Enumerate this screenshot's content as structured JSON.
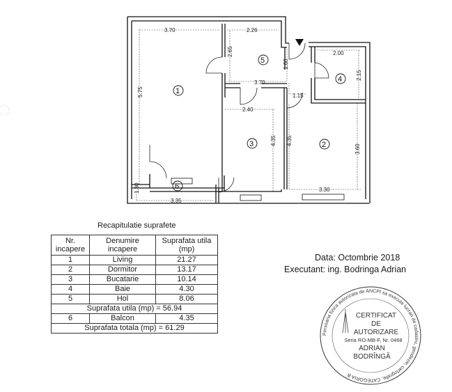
{
  "floor_plan": {
    "rooms": [
      {
        "id": "1",
        "label": "1",
        "dims": [
          "3.70",
          "5.75"
        ]
      },
      {
        "id": "2",
        "label": "2",
        "dims": [
          "3.30",
          "3.60",
          "4.35"
        ]
      },
      {
        "id": "3",
        "label": "3",
        "dims": [
          "2.40",
          "4.35"
        ]
      },
      {
        "id": "4",
        "label": "4",
        "dims": [
          "2.00",
          "2.15"
        ]
      },
      {
        "id": "5",
        "label": "5",
        "dims": [
          "2.26",
          "2.65",
          "3.70",
          "1.60",
          "1.15"
        ]
      },
      {
        "id": "6",
        "label": "6",
        "dims": [
          "3.35",
          "1.30"
        ]
      }
    ],
    "dimensions": {
      "d_370_top": "3.70",
      "d_226": "2.26",
      "d_265": "2.65",
      "d_160": "1.60",
      "d_200": "2.00",
      "d_215": "2.15",
      "d_575": "5.75",
      "d_370_mid": "3.70",
      "d_115": "1.15",
      "d_240": "2.40",
      "d_435_a": "4.35",
      "d_435_b": "4.35",
      "d_360": "3.60",
      "d_330": "3.30",
      "d_130": "1.30",
      "d_335": "3.35"
    }
  },
  "recap": {
    "title": "Recapitulatie suprafete",
    "headers": [
      "Nr. incapere",
      "Denumire incapere",
      "Suprafata utila (mp)"
    ],
    "rows": [
      {
        "nr": "1",
        "name": "Living",
        "area": "21.27"
      },
      {
        "nr": "2",
        "name": "Dormitor",
        "area": "13.17"
      },
      {
        "nr": "3",
        "name": "Bucatarie",
        "area": "10.14"
      },
      {
        "nr": "4",
        "name": "Baie",
        "area": "4.30"
      },
      {
        "nr": "5",
        "name": "Hol",
        "area": "8.06"
      }
    ],
    "subtotal": "Suprafata utila (mp) = 56.94",
    "balcony": {
      "nr": "6",
      "name": "Balcon",
      "area": "4.35"
    },
    "total": "Suprafata totala (mp) = 61.29"
  },
  "meta": {
    "date": "Data: Octombrie 2018",
    "executant": "Executant: ing. Bodringa  Adrian"
  },
  "stamp": {
    "line1": "CERTIFICAT",
    "line2": "DE",
    "line3": "AUTORIZARE",
    "line4": "Seria RO-MB-F, Nr. 0468",
    "line5": "ADRIAN",
    "line6": "BODRÎNGĂ",
    "ring_text": "Persoana fizica autorizata de ANCPI sa execute lucrari de cadastru, geodezie, cartografie, CATEGORIA B"
  }
}
